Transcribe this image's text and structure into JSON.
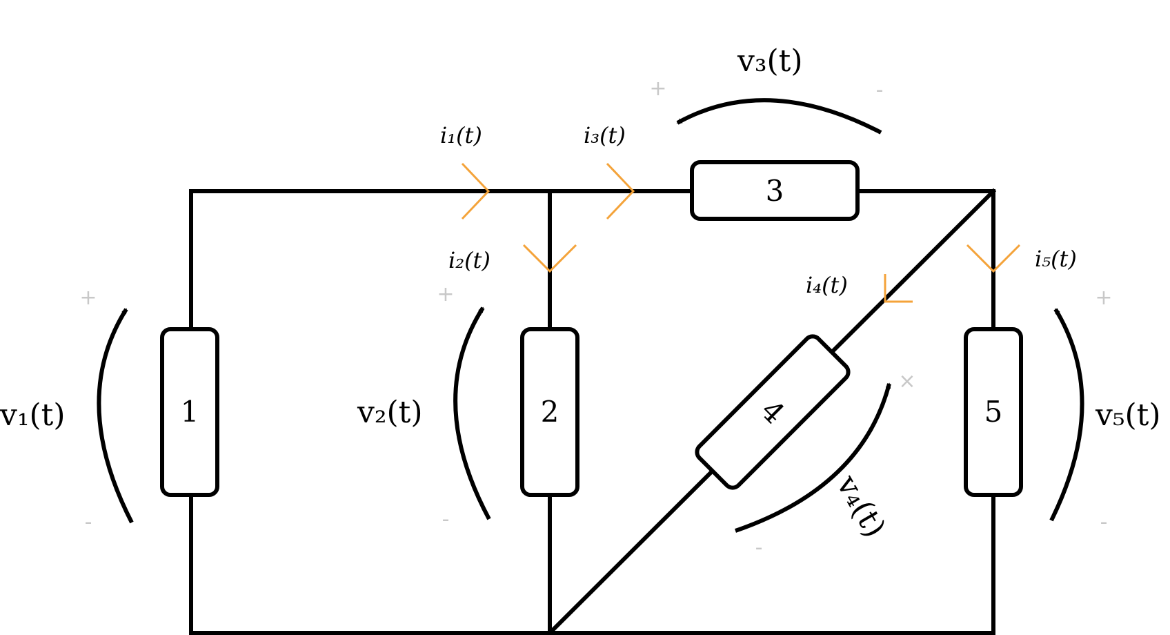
{
  "resistors": [
    {
      "id": "1",
      "label": "1"
    },
    {
      "id": "2",
      "label": "2"
    },
    {
      "id": "3",
      "label": "3"
    },
    {
      "id": "4",
      "label": "4"
    },
    {
      "id": "5",
      "label": "5"
    }
  ],
  "voltages": {
    "v1": "v₁(t)",
    "v2": "v₂(t)",
    "v3": "v₃(t)",
    "v4": "v₄(t)",
    "v5": "v₅(t)"
  },
  "currents": {
    "i1": "i₁(t)",
    "i2": "i₂(t)",
    "i3": "i₃(t)",
    "i4": "i₄(t)",
    "i5": "i₅(t)"
  },
  "signs": {
    "plus": "+",
    "minus": "-",
    "times": "×"
  },
  "colors": {
    "wire": "#000000",
    "current_marker": "#f4a33a",
    "polarity_sign": "#c8c8c8"
  }
}
